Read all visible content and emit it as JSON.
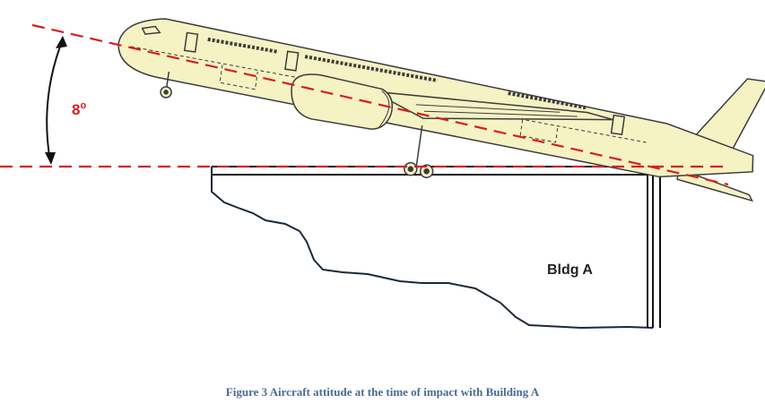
{
  "diagram": {
    "angle_label": "8",
    "angle_unit": "o",
    "building_label": "Bldg A"
  },
  "caption": "Figure 3 Aircraft attitude at the time of impact with Building A",
  "colors": {
    "aircraft_fill": "#f5f2c4",
    "outline": "#3c3c3c",
    "reference_lines": "#d61f1f",
    "building_outline": "#111111",
    "caption": "#4a6b93"
  }
}
